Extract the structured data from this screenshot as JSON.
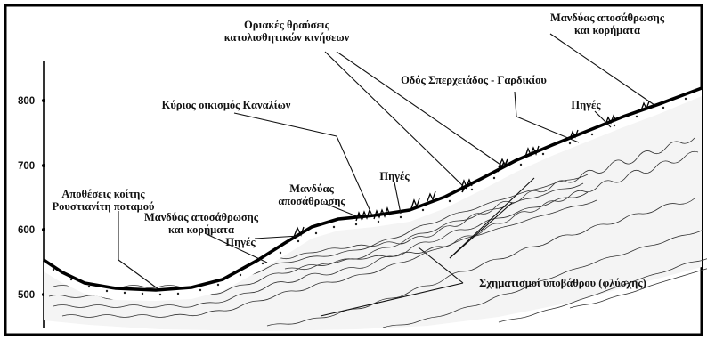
{
  "axis": {
    "ticks": [
      {
        "value": "800"
      },
      {
        "value": "700"
      },
      {
        "value": "600"
      },
      {
        "value": "500"
      }
    ]
  },
  "labels": {
    "boundary_fractures_line1": "Οριακές θραύσεις",
    "boundary_fractures_line2": "κατολισθητικών κινήσεων",
    "weathering_mantle_top_line1": "Μανδύας αποσάθρωσης",
    "weathering_mantle_top_line2": "και κορήματα",
    "road": "Οδός Σπερχειάδος - Γαρδικίου",
    "main_settlement": "Κύριος οικισμός Καναλίων",
    "springs_right": "Πηγές",
    "springs_middle": "Πηγές",
    "springs_left": "Πηγές",
    "weathering_mantle_mid_line1": "Μανδύας",
    "weathering_mantle_mid_line2": "αποσάθρωσης",
    "riverbed_deposits_line1": "Αποθέσεις κοίτης",
    "riverbed_deposits_line2": "Ρουστιανίτη ποταμού",
    "weathering_mantle_left_line1": "Μανδύας αποσάθρωσης",
    "weathering_mantle_left_line2": "και κορήματα",
    "bedrock_formations": "Σχηματισμοί υποβάθρου (φλύσχης)"
  }
}
